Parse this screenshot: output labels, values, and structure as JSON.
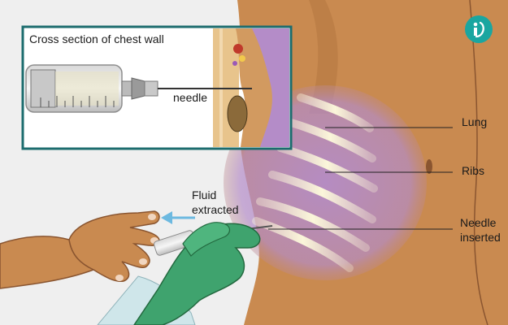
{
  "inset": {
    "title": "Cross section of chest wall",
    "needle_label": "needle"
  },
  "labels": {
    "lung": "Lung",
    "ribs": "Ribs",
    "needle_inserted_1": "Needle",
    "needle_inserted_2": "inserted",
    "fluid_1": "Fluid",
    "fluid_2": "extracted"
  },
  "colors": {
    "skin": "#c98a50",
    "skin_dark": "#8a5530",
    "lung": "#b48cc8",
    "rib": "#f3ecc4",
    "glove": "#3fa36e",
    "sleeve": "#cfe6ea",
    "frame": "#1c6c6e",
    "arrow": "#6cb9e0",
    "logo": "#1aa6a0"
  },
  "logo": {
    "icon": "medical-brand-logo-icon"
  }
}
